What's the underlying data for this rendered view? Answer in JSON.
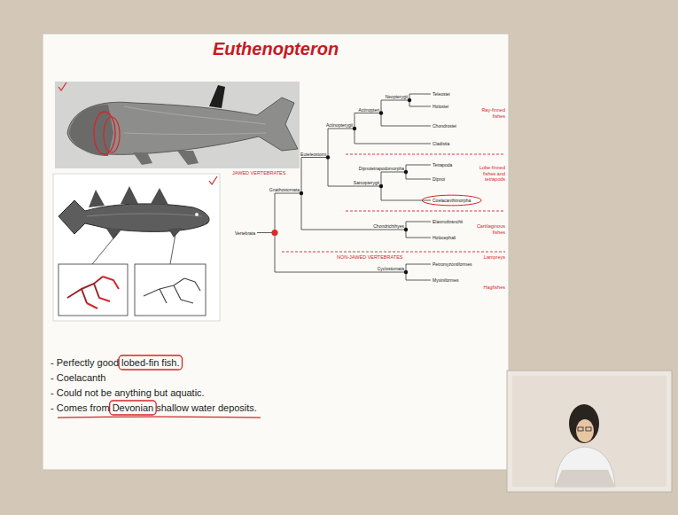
{
  "diagram": {
    "title": "Euthenopteron",
    "labels": [
      "Teleostei",
      "Holostei",
      "Chondrostei",
      "Cladistia",
      "Tetrapoda",
      "Dipnoi",
      "Coelacanthimorpha",
      "Elasmobranchii",
      "Holocephali",
      "Petromyzontiformes",
      "Myxiniformes",
      "Neopterygii",
      "Actinopteri",
      "Actinopterygii",
      "Euteleostomi",
      "Dipnotetrapodomorpha",
      "Sarcopterygii",
      "Gnathostomata",
      "Chondrichthyes",
      "Cyclostomata",
      "Vertebrata",
      "Ray-finned fishes",
      "Lobe-finned fishes and tetrapods",
      "Cartilaginous fishes",
      "Lampreys",
      "Hagfishes",
      "JAWED VERTEBRATES",
      "NON-JAWED VERTEBRATES",
      "- Perfectly good lobed-fin fish.",
      "- Coelacanth",
      "- Could not be anything but aquatic.",
      "- Comes from Devonian shallow water deposits."
    ]
  }
}
